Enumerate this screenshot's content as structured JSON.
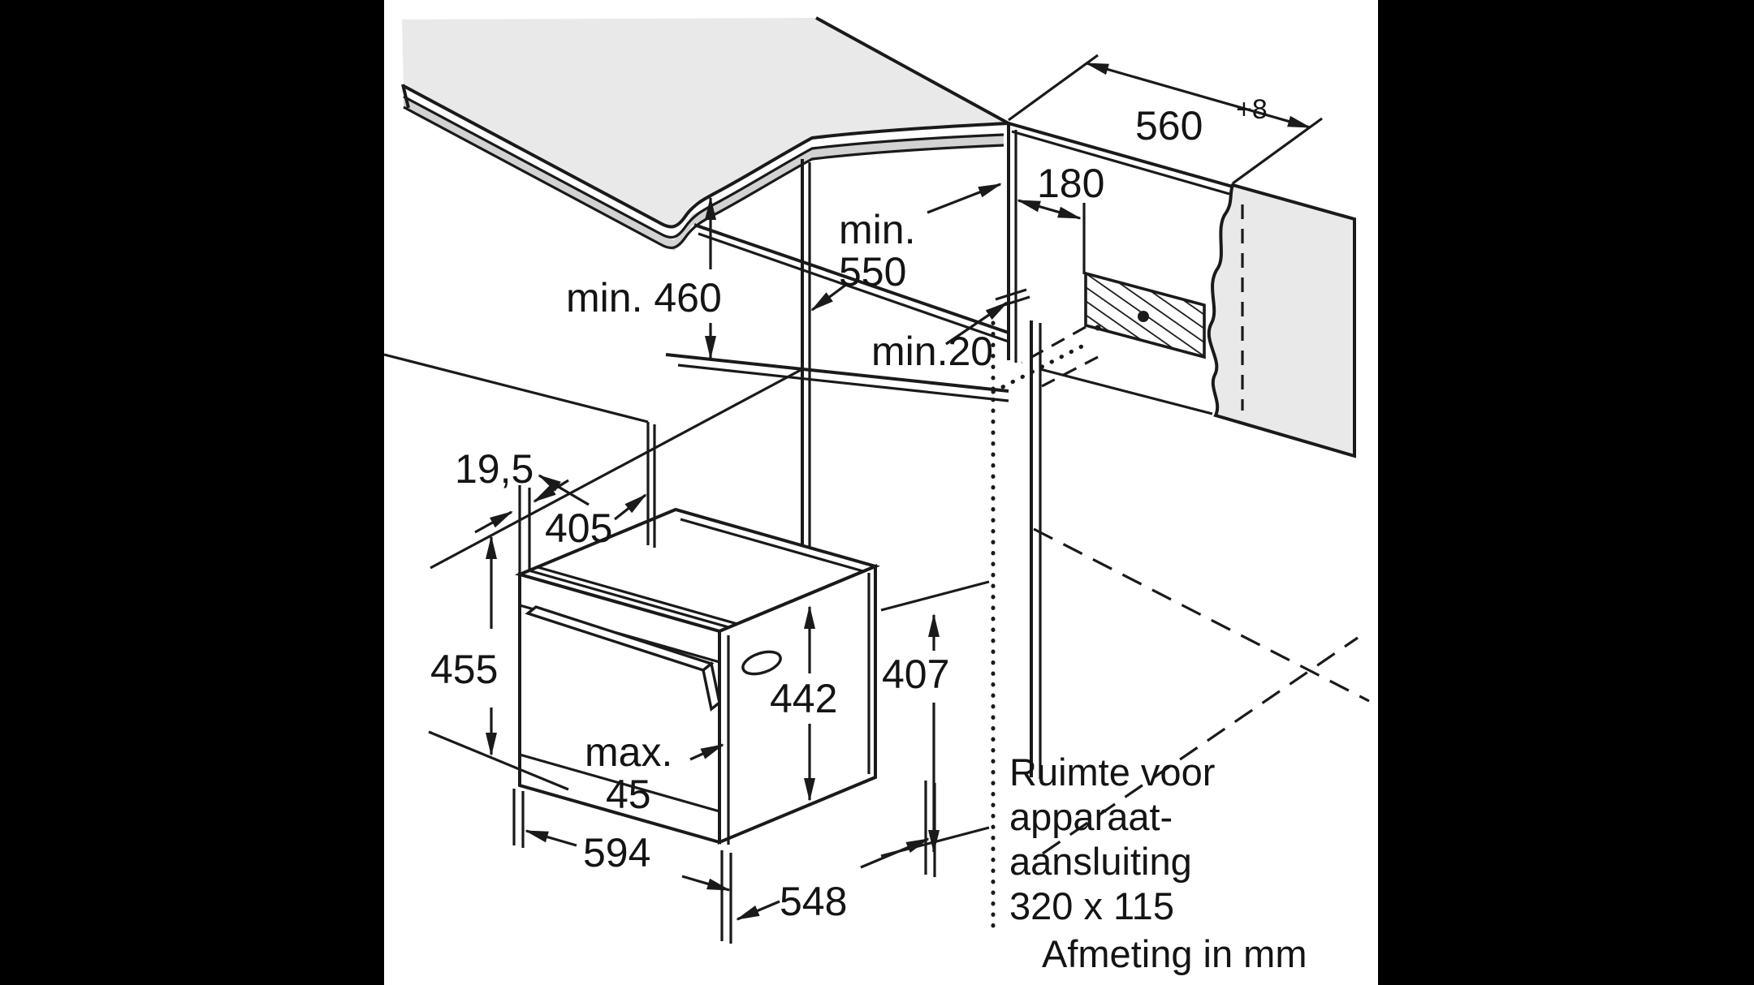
{
  "diagram_title": "built-in-oven-installation-drawing",
  "colors": {
    "background": "#000000",
    "paper": "#ffffff",
    "line": "#1a1a1a",
    "worktop_surface": "#e9e9e9",
    "worktop_edge_band": "#d2d2d2",
    "side_panel": "#e9e9e9"
  },
  "dimensions": {
    "niche_width": {
      "value": "560",
      "tolerance": "+8"
    },
    "connection_offset": "180",
    "niche_depth": {
      "line1": "min.",
      "line2": "550"
    },
    "niche_height": "min. 460",
    "rear_clearance": "min.20",
    "front_lip": "19,5",
    "top_depth": "405",
    "appliance_height": "455",
    "body_height": "442",
    "right_height": "407",
    "door_protrusion": {
      "line1": "max.",
      "line2": "45"
    },
    "appliance_width": "594",
    "appliance_depth": "548"
  },
  "notes": {
    "connection_space": {
      "line1": "Ruimte voor",
      "line2": "apparaat-",
      "line3": "aansluiting",
      "line4": "320 x 115"
    },
    "units": "Afmeting in mm"
  }
}
